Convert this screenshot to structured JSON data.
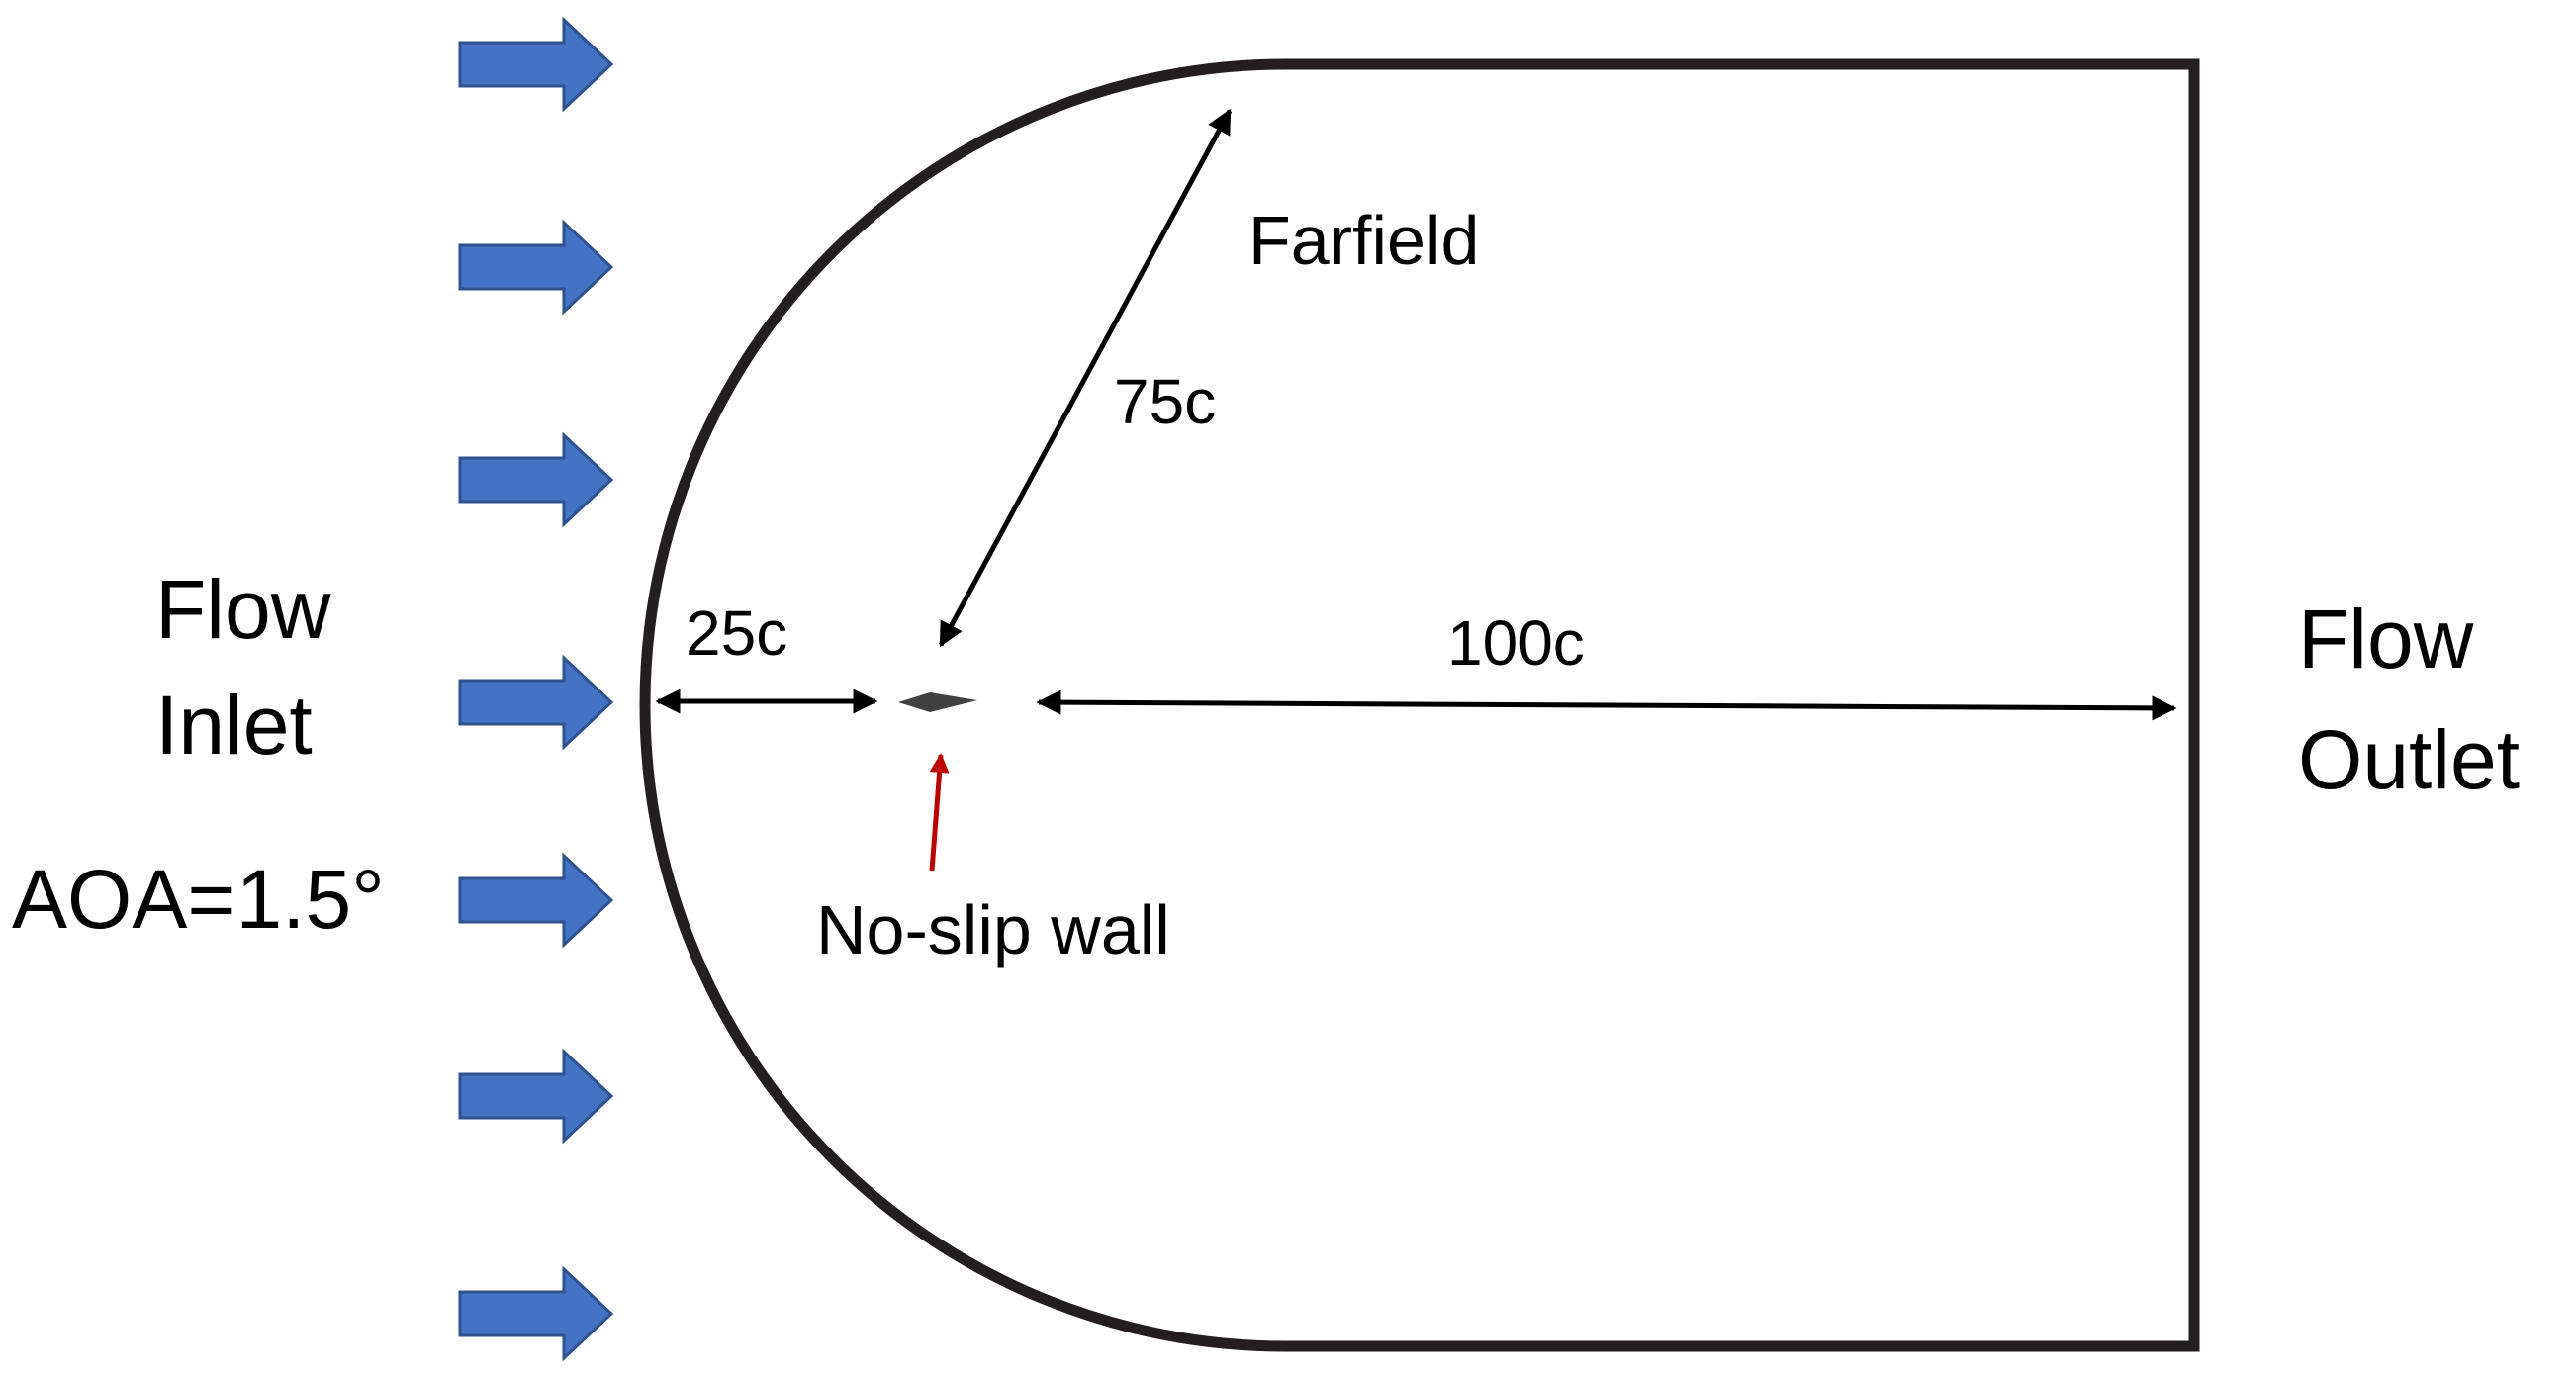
{
  "diagram": {
    "labels": {
      "inlet_line1": "Flow",
      "inlet_line2": "Inlet",
      "aoa": "AOA=1.5°",
      "outlet_line1": "Flow",
      "outlet_line2": "Outlet",
      "farfield": "Farfield",
      "radius": "75c",
      "upstream": "25c",
      "downstream": "100c",
      "wall": "No-slip wall"
    },
    "colors": {
      "inflow_arrow": "#4472C4",
      "inflow_arrow_border": "#2F528F",
      "boundary": "#231F20",
      "dimension": "#000000",
      "wall_pointer": "#C00000"
    }
  }
}
